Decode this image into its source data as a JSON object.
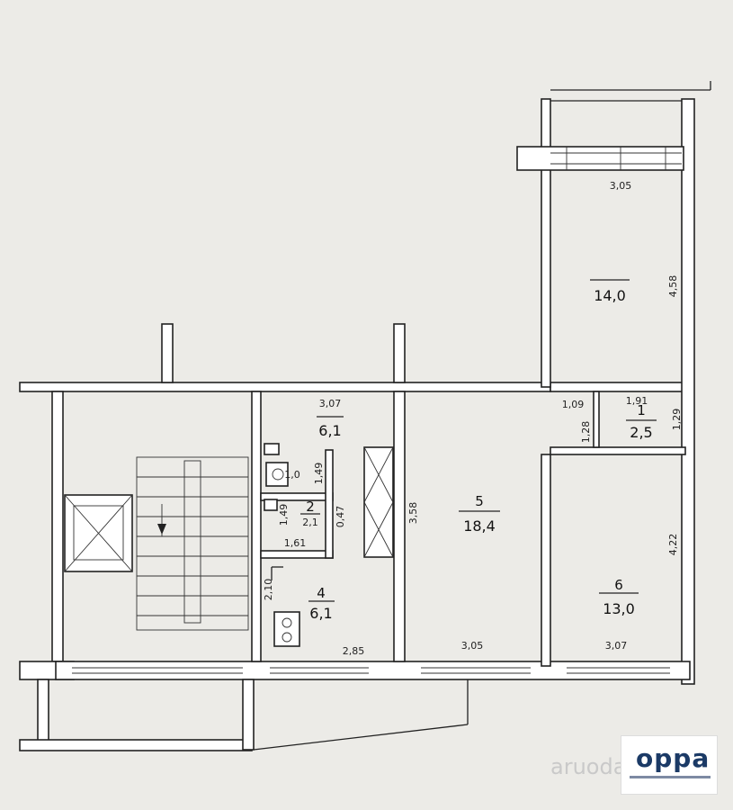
{
  "rooms": [
    {
      "number": "",
      "area": "14,0"
    },
    {
      "number": "1",
      "area": "2,5"
    },
    {
      "number": "2",
      "area": "2,1"
    },
    {
      "number": "4",
      "area": "6,1"
    },
    {
      "number": "5",
      "area": "18,4"
    },
    {
      "number": "6",
      "area": "13,0"
    }
  ],
  "extra_areas": {
    "toilet": "1,0",
    "storage": "1,61",
    "corridor": "6,1"
  },
  "dimensions": {
    "balcony_top": "3,05",
    "balcony_side": "4,58",
    "r1_top": "1,91",
    "r1_side": "1,29",
    "r1_left": "1,28",
    "gap": "1,09",
    "r3_top": "3,07",
    "toilet_side": "1,49",
    "bath_left": "1,49",
    "bath_right": "0,47",
    "r5_side": "3,58",
    "r5_bottom": "3,05",
    "r4_side": "2,10",
    "r4_bottom": "2,85",
    "r6_side": "4,22",
    "r6_bottom": "3,07"
  },
  "logo": {
    "text": "oppa",
    "watermark": "aruodas"
  },
  "colors": {
    "background": "#ecebe7",
    "wall": "#222222",
    "logo": "#1b3a66"
  }
}
